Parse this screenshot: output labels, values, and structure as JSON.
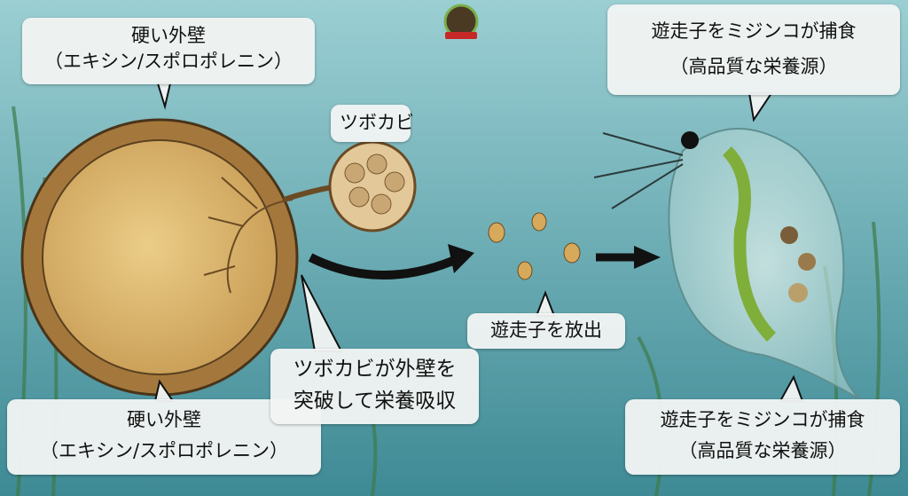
{
  "labels": {
    "wall_top": {
      "line1": "硬い外壁",
      "line2": "（エキシン/スポロポレニン）"
    },
    "chytrid": {
      "line1": "ツボカビ"
    },
    "zoospore_release": {
      "line1": "遊走子を放出"
    },
    "penetration": {
      "line1": "ツボカビが外壁を",
      "line2": "突破して栄養吸収"
    },
    "wall_bottom": {
      "line1": "硬い外壁",
      "line2": "（エキシン/スポロポレニン）"
    },
    "daphnia_top": {
      "line1": "遊走子をミジンコが捕食",
      "line2": "（高品質な栄養源）"
    },
    "daphnia_bottom": {
      "line1": "遊走子をミジンコが捕食",
      "line2": "（高品質な栄養源）"
    }
  },
  "colors": {
    "water_top": "#8cc6cc",
    "water_bottom": "#3f8d98",
    "pollen": "#d9b46a",
    "pollen_wall": "#a4783c",
    "arrow": "#111111"
  }
}
